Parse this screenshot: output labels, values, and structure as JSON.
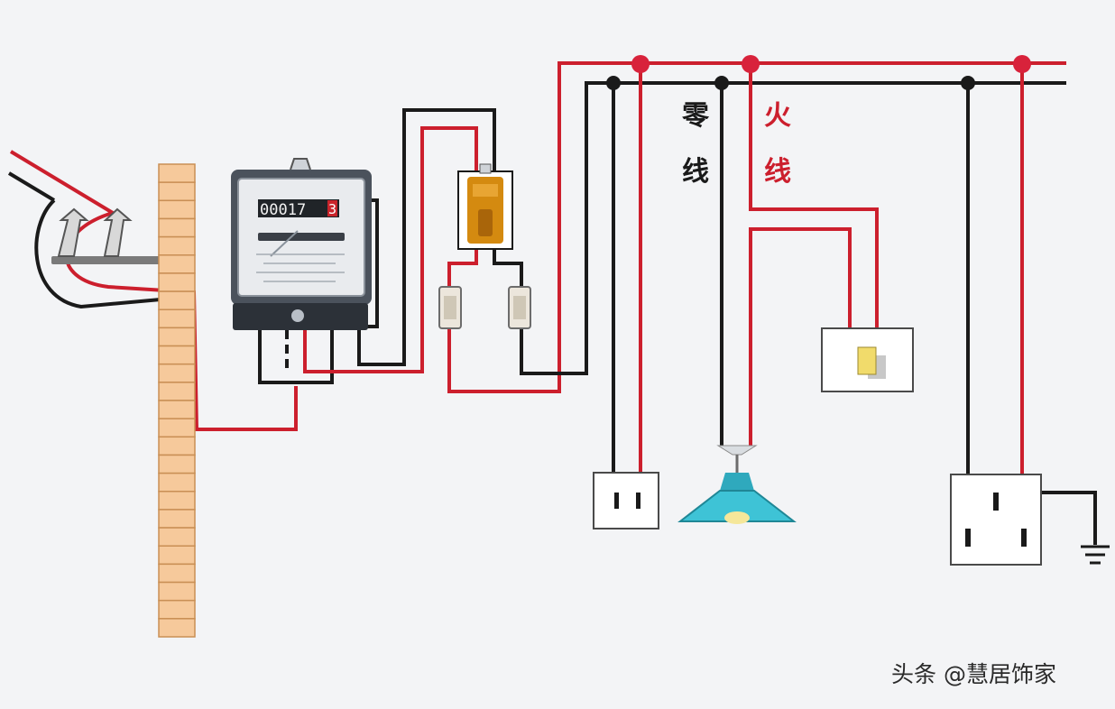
{
  "labels": {
    "neutral_1": "零",
    "neutral_2": "线",
    "live_1": "火",
    "live_2": "线"
  },
  "meter": {
    "reading": "00017",
    "last_digit": "3"
  },
  "watermark": "头条 @慧居饰家",
  "colors": {
    "neutral": "#1a1a1a",
    "live": "#cc1f2d",
    "brick": "#f6c99b",
    "meter_body": "#3f4650",
    "fuse": "#d48a10",
    "lamp": "#3ec3d6"
  }
}
